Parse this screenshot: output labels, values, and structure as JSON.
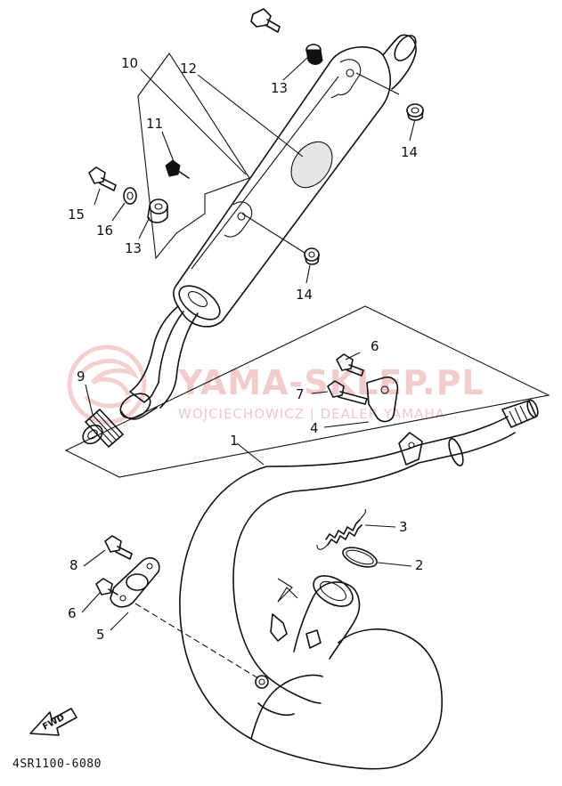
{
  "diagram": {
    "code": "4SR1100-6080",
    "fwd_label": "FWD",
    "watermark": {
      "title": "YAMA-SKLEP.PL",
      "subtitle": "WOJCIECHOWICZ | DEALER YAMAHA"
    },
    "callouts": [
      {
        "id": "c1",
        "label": "1",
        "part": "exhaust pipe"
      },
      {
        "id": "c2",
        "label": "2",
        "part": "gasket"
      },
      {
        "id": "c3",
        "label": "3",
        "part": "spring"
      },
      {
        "id": "c4",
        "label": "4",
        "part": "bracket"
      },
      {
        "id": "c5",
        "label": "5",
        "part": "exhaust flange plate"
      },
      {
        "id": "c6a",
        "label": "6",
        "part": "bolt"
      },
      {
        "id": "c6b",
        "label": "6",
        "part": "bolt"
      },
      {
        "id": "c7",
        "label": "7",
        "part": "bolt"
      },
      {
        "id": "c8",
        "label": "8",
        "part": "bolt"
      },
      {
        "id": "c9",
        "label": "9",
        "part": "joint"
      },
      {
        "id": "c10",
        "label": "10",
        "part": "silencer assembly"
      },
      {
        "id": "c11",
        "label": "11",
        "part": "screw"
      },
      {
        "id": "c12",
        "label": "12",
        "part": "silencer packing"
      },
      {
        "id": "c13a",
        "label": "13",
        "part": "damper"
      },
      {
        "id": "c13b",
        "label": "13",
        "part": "damper"
      },
      {
        "id": "c14a",
        "label": "14",
        "part": "collar"
      },
      {
        "id": "c14b",
        "label": "14",
        "part": "collar"
      },
      {
        "id": "c15",
        "label": "15",
        "part": "bolt"
      },
      {
        "id": "c16",
        "label": "16",
        "part": "washer"
      }
    ]
  }
}
